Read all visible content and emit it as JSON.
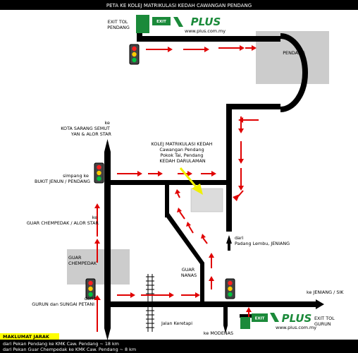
{
  "title": "PETA  KE KOLEJ MATRIKULASI KEDAH CAWANGAN PENDANG",
  "labels": {
    "exit_tol_pendang": [
      "EXIT TOL",
      "PENDANG"
    ],
    "pendang": "PENDANG",
    "kota_sarang": [
      "ke",
      "KOTA SARANG SEMUT",
      "YAN & ALOR STAR"
    ],
    "bukit_jenun": [
      "simpang ke",
      "BUKIT JENUN / PENDANG"
    ],
    "guar_alor": [
      "ke",
      "GUAR CHEMPEDAK / ALOR STAR"
    ],
    "guar_chempedak_area": [
      "GUAR",
      "CHEMPEDAK"
    ],
    "kolej": [
      "KOLEJ MATRIKULASI KEDAH",
      "Cawangan Pendang",
      "Pokok Tai, Pendang",
      "KEDAH DARULAMAN"
    ],
    "padang_lembu": [
      "dari",
      "Padang Lembu, JENIANG"
    ],
    "guar_nanas": [
      "GUAR",
      "NANAS"
    ],
    "gurun": [
      "dari",
      "GURUN dan SUNGAI PETANI"
    ],
    "jalan_keretapi": "Jalan Keretapi",
    "modenas": "ke MODENAS",
    "jeniang_sik": "ke JENIANG / SIK",
    "exit_tol_gurun": [
      "EXIT TOL",
      "GURUN"
    ]
  },
  "plus_sign": {
    "exit": "EXIT",
    "brand": "PLUS",
    "url": "www.plus.com.my"
  },
  "maklumat": {
    "heading": "MAKLUMAT JARAK",
    "lines": [
      "dari Pekan Pendang ke KMK Caw. Pendang ~ 18 km",
      "dari Pekan Guar Chempedak ke KMK Caw. Pendang ~ 8 km"
    ]
  },
  "colors": {
    "title_bar": "#000000",
    "road": "#000000",
    "arrow": "#e00000",
    "area": "#cccccc",
    "sign_green": "#1b8a3a",
    "highlight": "#ffff00",
    "pointer": "#f0f000"
  },
  "icons": [
    "traffic-light-icon",
    "arrow-up-icon",
    "arrow-down-icon",
    "arrow-right-icon",
    "railway-track-icon",
    "plus-highway-sign-icon",
    "exit-sign-icon"
  ]
}
